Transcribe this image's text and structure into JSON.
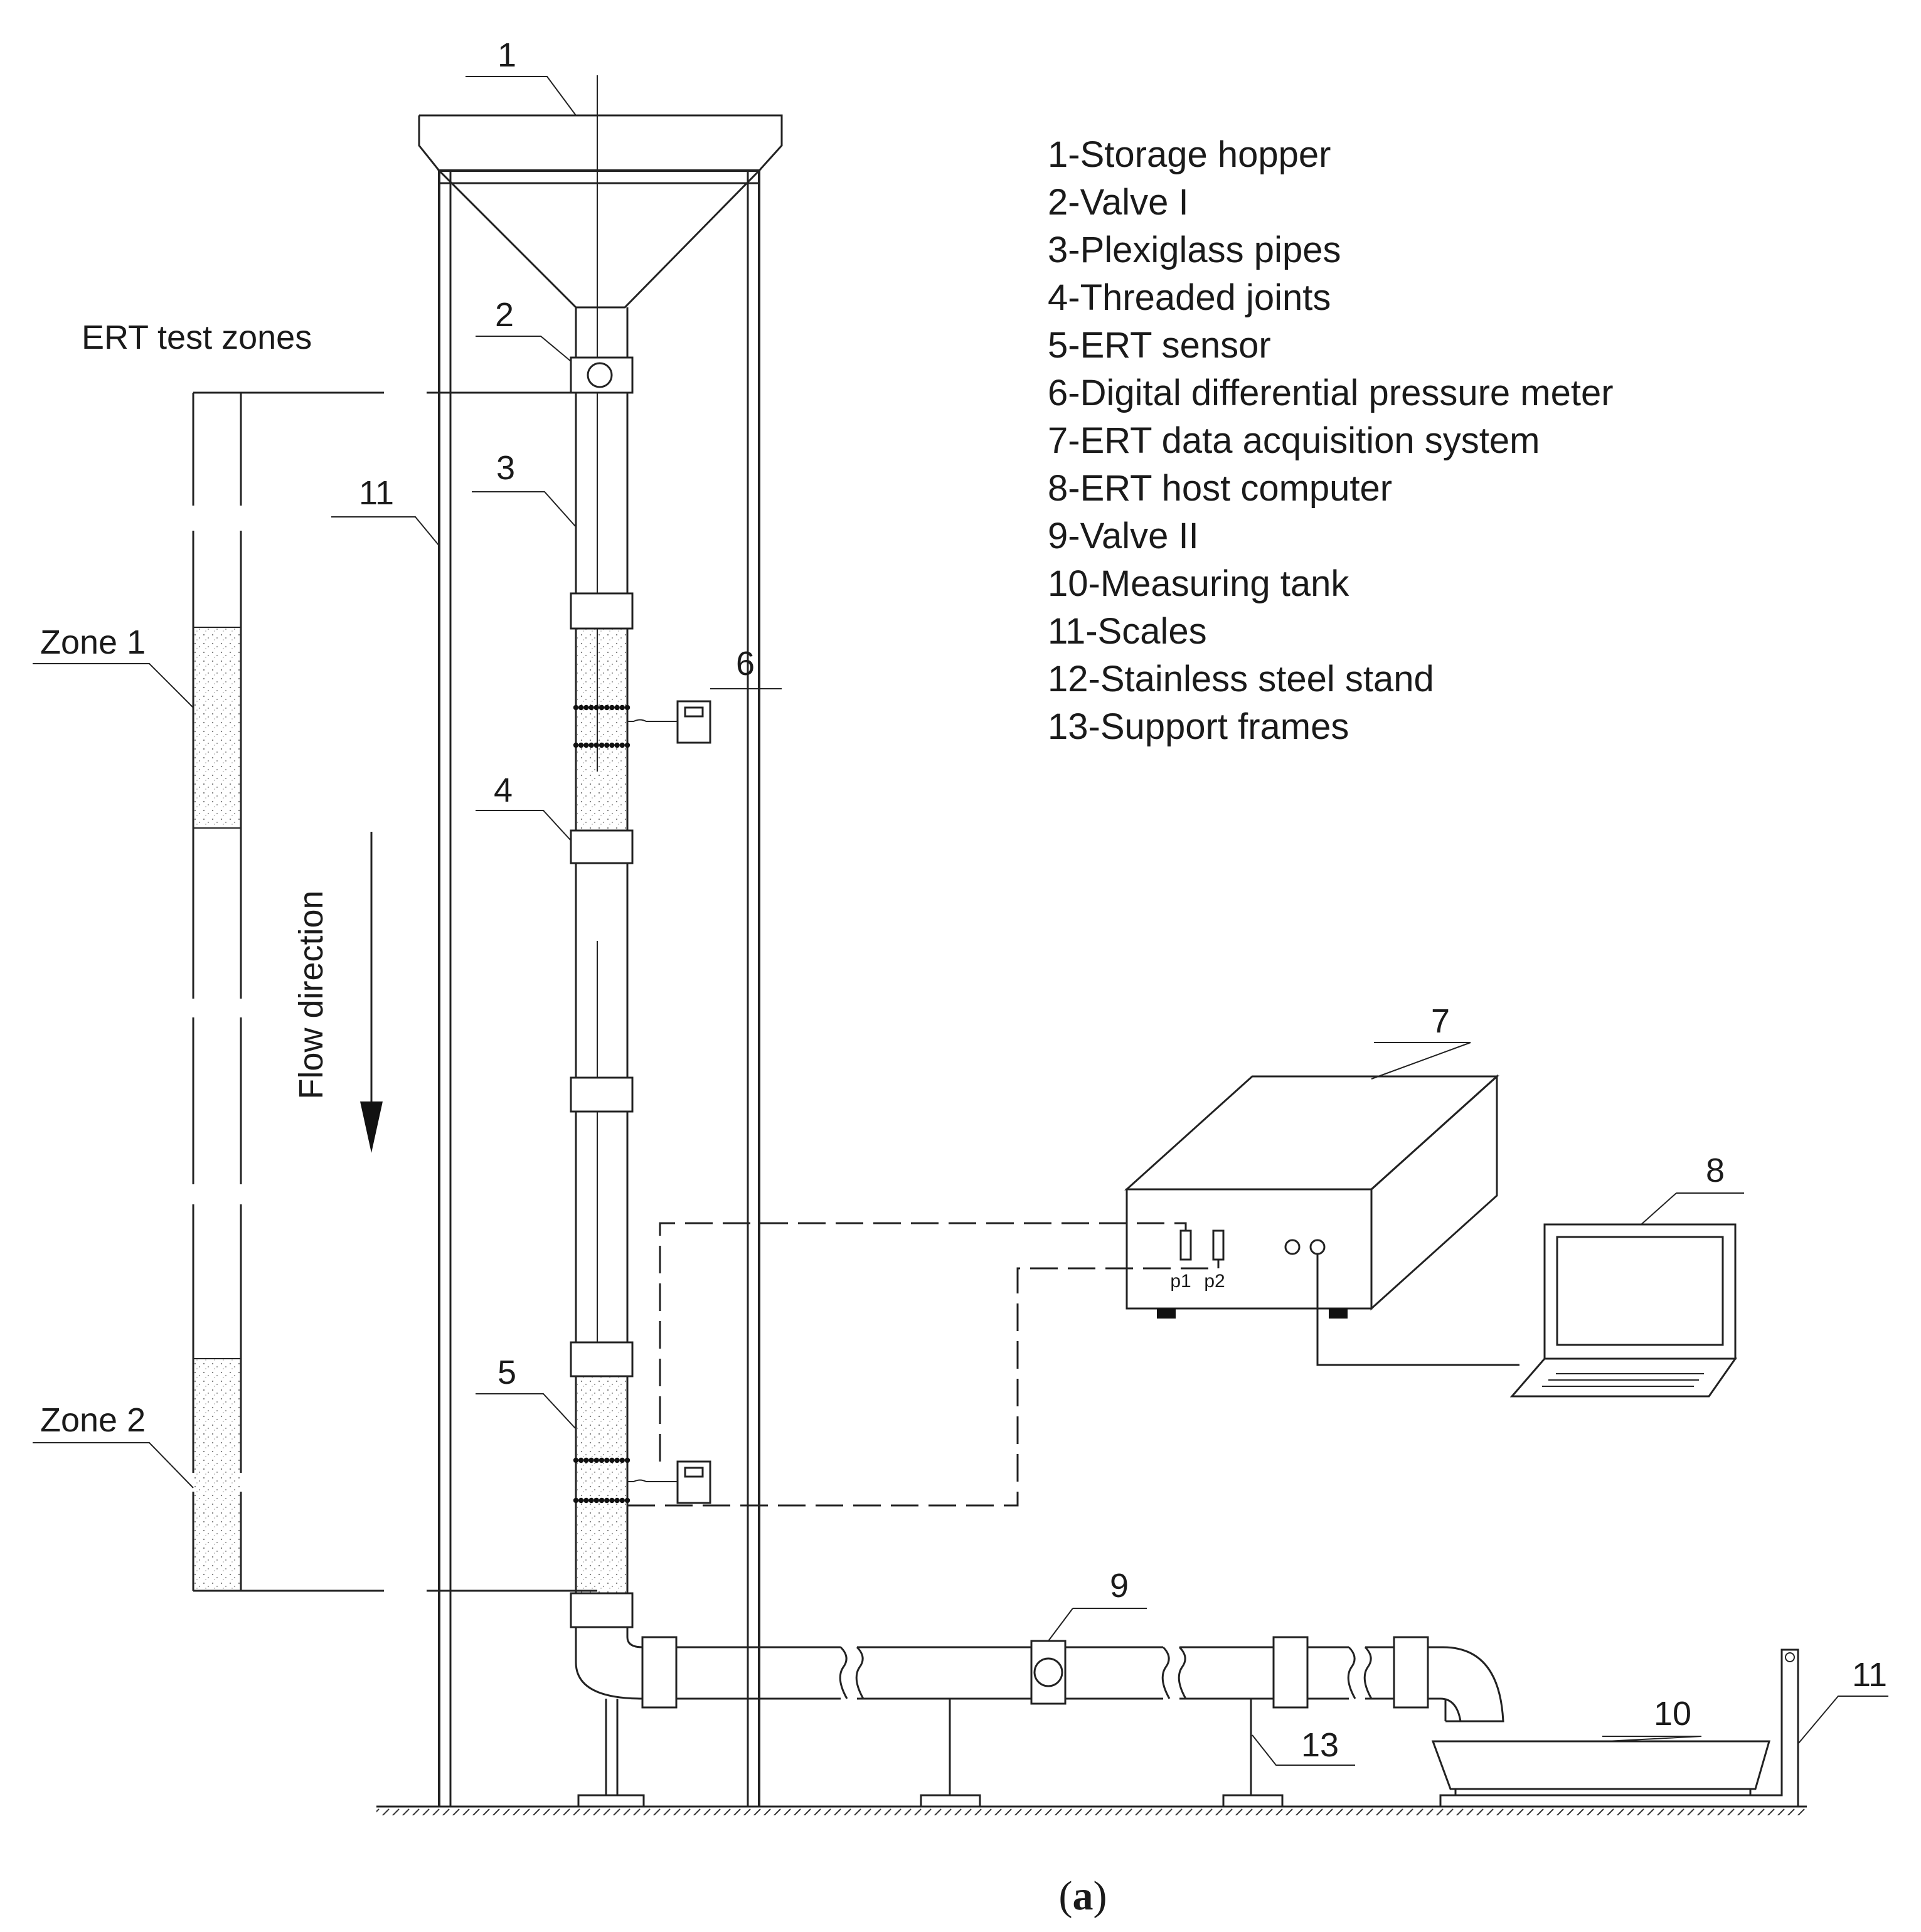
{
  "callouts": {
    "n1": "1",
    "n2": "2",
    "n3": "3",
    "n4": "4",
    "n5": "5",
    "n6": "6",
    "n7": "7",
    "n8": "8",
    "n9": "9",
    "n10": "10",
    "n11a": "11",
    "n11b": "11",
    "n13": "13"
  },
  "zones": {
    "title": "ERT test zones",
    "zone1": "Zone 1",
    "zone2": "Zone 2",
    "flow": "Flow direction"
  },
  "ports": {
    "p1": "p1",
    "p2": "p2"
  },
  "legend": [
    "1-Storage hopper",
    "2-Valve I",
    "3-Plexiglass pipes",
    "4-Threaded joints",
    "5-ERT sensor",
    "6-Digital differential pressure meter",
    "7-ERT data acquisition system",
    "8-ERT host computer",
    "9-Valve II",
    "10-Measuring tank",
    "11-Scales",
    "12-Stainless steel stand",
    "13-Support frames"
  ],
  "caption": {
    "open": "(",
    "letter": "a",
    "close": ")"
  }
}
